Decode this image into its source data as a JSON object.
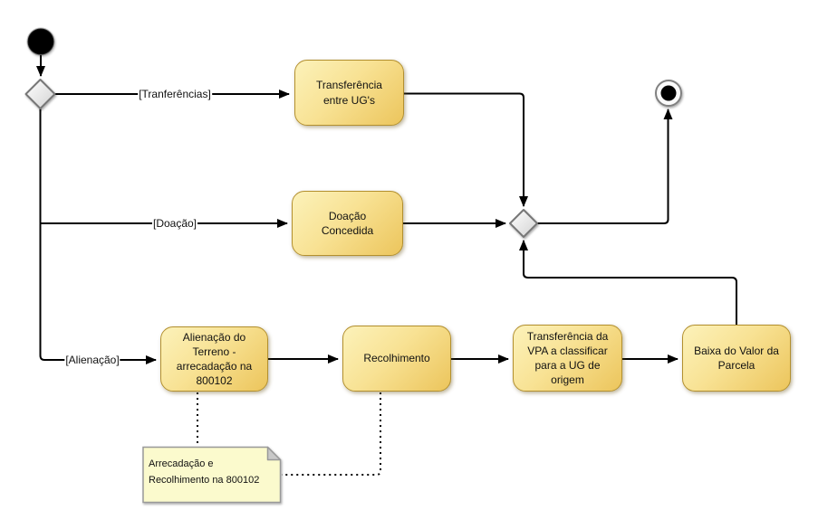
{
  "diagram_type": "uml-activity-diagram",
  "activities": [
    {
      "id": "transferencia-entre-ugs",
      "label": "Transferência\nentre UG's"
    },
    {
      "id": "doacao-concedida",
      "label": "Doação\nConcedida"
    },
    {
      "id": "alienacao-do-terreno",
      "label": "Alienação do\nTerreno -\narrecadação na\n800102"
    },
    {
      "id": "recolhimento",
      "label": "Recolhimento"
    },
    {
      "id": "transferencia-da-vpa",
      "label": "Transferência da\nVPA a classificar\npara a UG de\norigem"
    },
    {
      "id": "baixa-do-valor-da-parcela",
      "label": "Baixa do Valor da\nParcela"
    }
  ],
  "guards": [
    {
      "label": "[Tranferências]"
    },
    {
      "label": "[Doação]"
    },
    {
      "label": "[Alienação]"
    }
  ],
  "note": {
    "text": "Arrecadação e\nRecolhimento na 800102"
  },
  "control_nodes": {
    "initial": "initial-node",
    "final": "activity-final-node",
    "decision": "decision-node",
    "merge": "merge-node"
  },
  "colors": {
    "activity_fill_light": "#FCF2BA",
    "activity_fill_dark": "#ECC55C",
    "activity_border": "#B3902F",
    "note_fill": "#FBFACD",
    "note_border": "#999999",
    "note_fold": "#C8C8C8",
    "diamond_fill_light": "#FFFFFF",
    "diamond_fill_dark": "#D2D2D2",
    "diamond_border": "#777777",
    "line": "#000000",
    "background": "#FFFFFF"
  }
}
